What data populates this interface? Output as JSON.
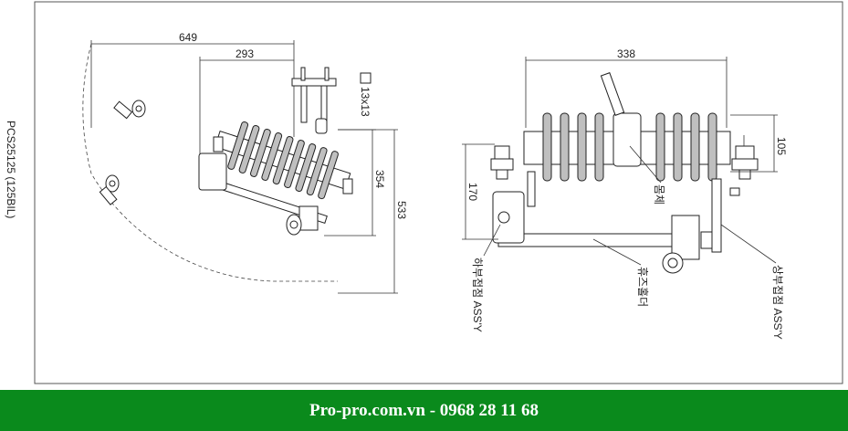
{
  "model_label": "PCS25125 (125BIL)",
  "left_view": {
    "dim_649": "649",
    "dim_293": "293",
    "dim_13x13": "13x13",
    "dim_354": "354",
    "dim_533": "533"
  },
  "right_view": {
    "dim_338": "338",
    "dim_105": "105",
    "dim_170": "170",
    "label_body": "몸체",
    "label_lower_contact": "하부접점 ASS'Y",
    "label_fuse_holder": "휴즈홀더",
    "label_upper_contact": "상부접점 ASS'Y"
  },
  "footer": {
    "text": "Pro-pro.com.vn  -  0968 28 11 68",
    "background": "#0a8a1c"
  }
}
